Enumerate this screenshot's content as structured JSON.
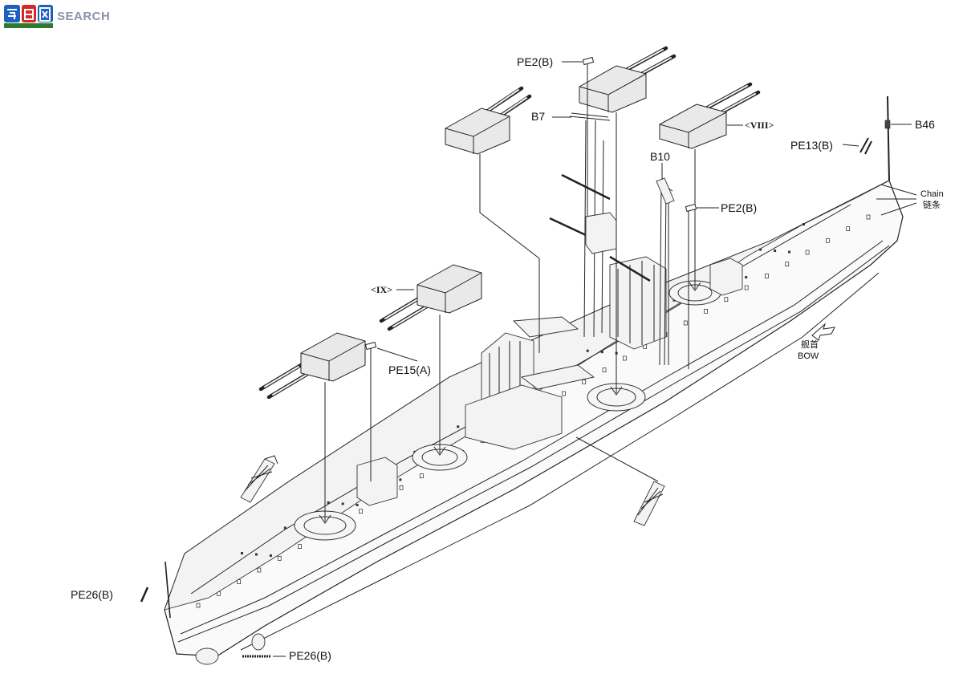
{
  "logo": {
    "text": "SEARCH",
    "brand_colors": [
      "#1f5fbf",
      "#d62828",
      "#2f7a2f"
    ]
  },
  "callouts": {
    "pe2b_top": "PE2(B)",
    "b7": "B7",
    "viii": "<VIII>",
    "b10": "B10",
    "pe2b_mid": "PE2(B)",
    "pe13b": "PE13(B)",
    "b46": "B46",
    "chain_en": "Chain",
    "chain_zh": "链条",
    "ix": "<IX>",
    "pe15a": "PE15(A)",
    "bow_zh": "舰首",
    "bow_en": "BOW",
    "pe26b_left": "PE26(B)",
    "pe26b_bottom": "PE26(B)"
  }
}
